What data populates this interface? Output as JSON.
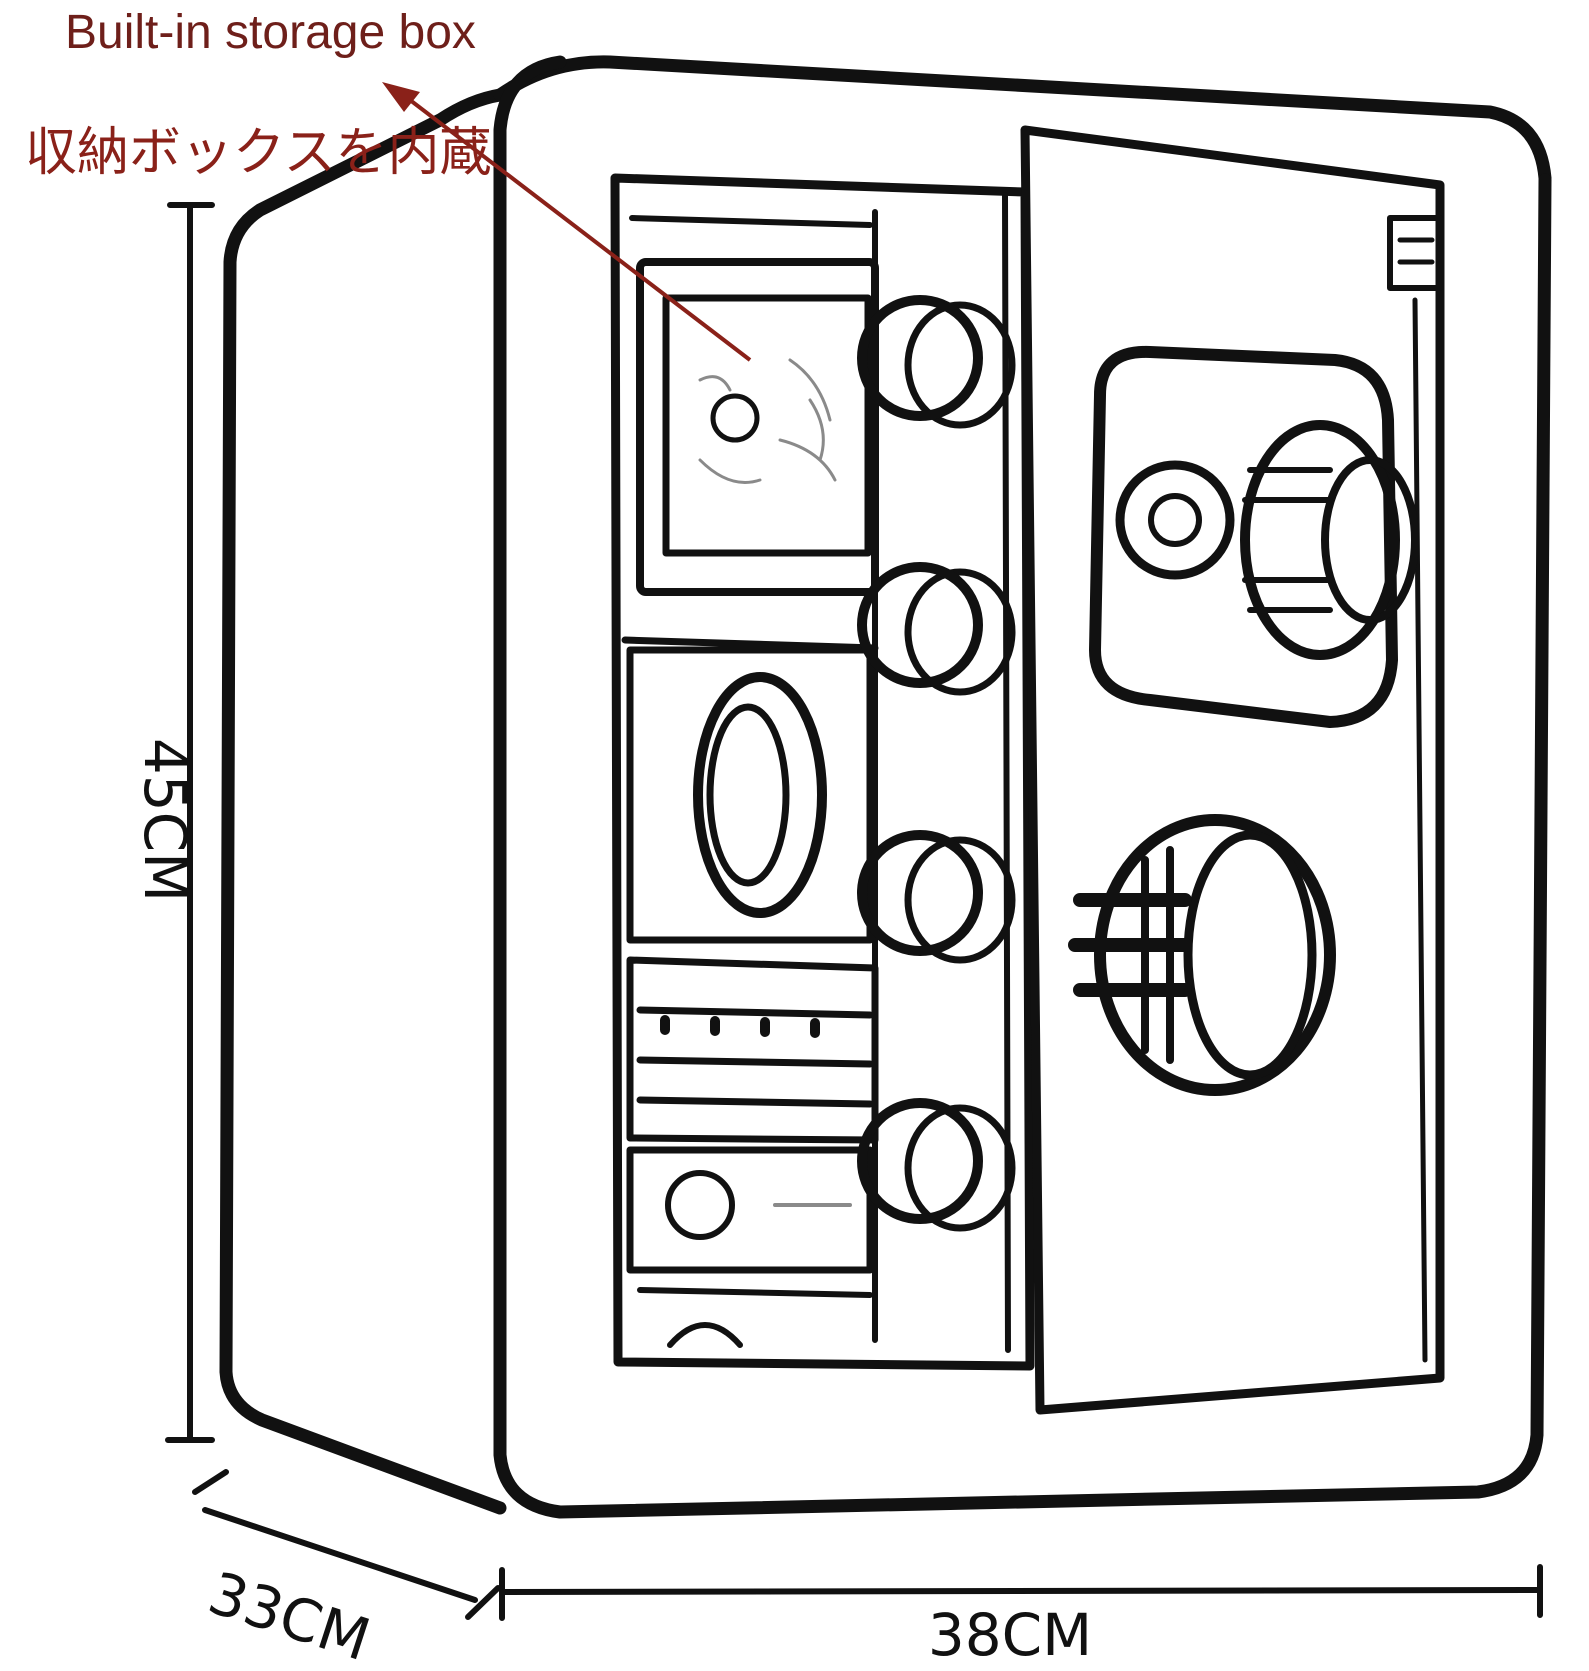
{
  "annotations": {
    "english": "Built-in storage box",
    "japanese": "収納ボックスを内蔵"
  },
  "dimensions": {
    "height": "45CM",
    "depth": "33CM",
    "width": "38CM"
  },
  "colors": {
    "annotation": "#8a2119",
    "outline": "#111111"
  }
}
